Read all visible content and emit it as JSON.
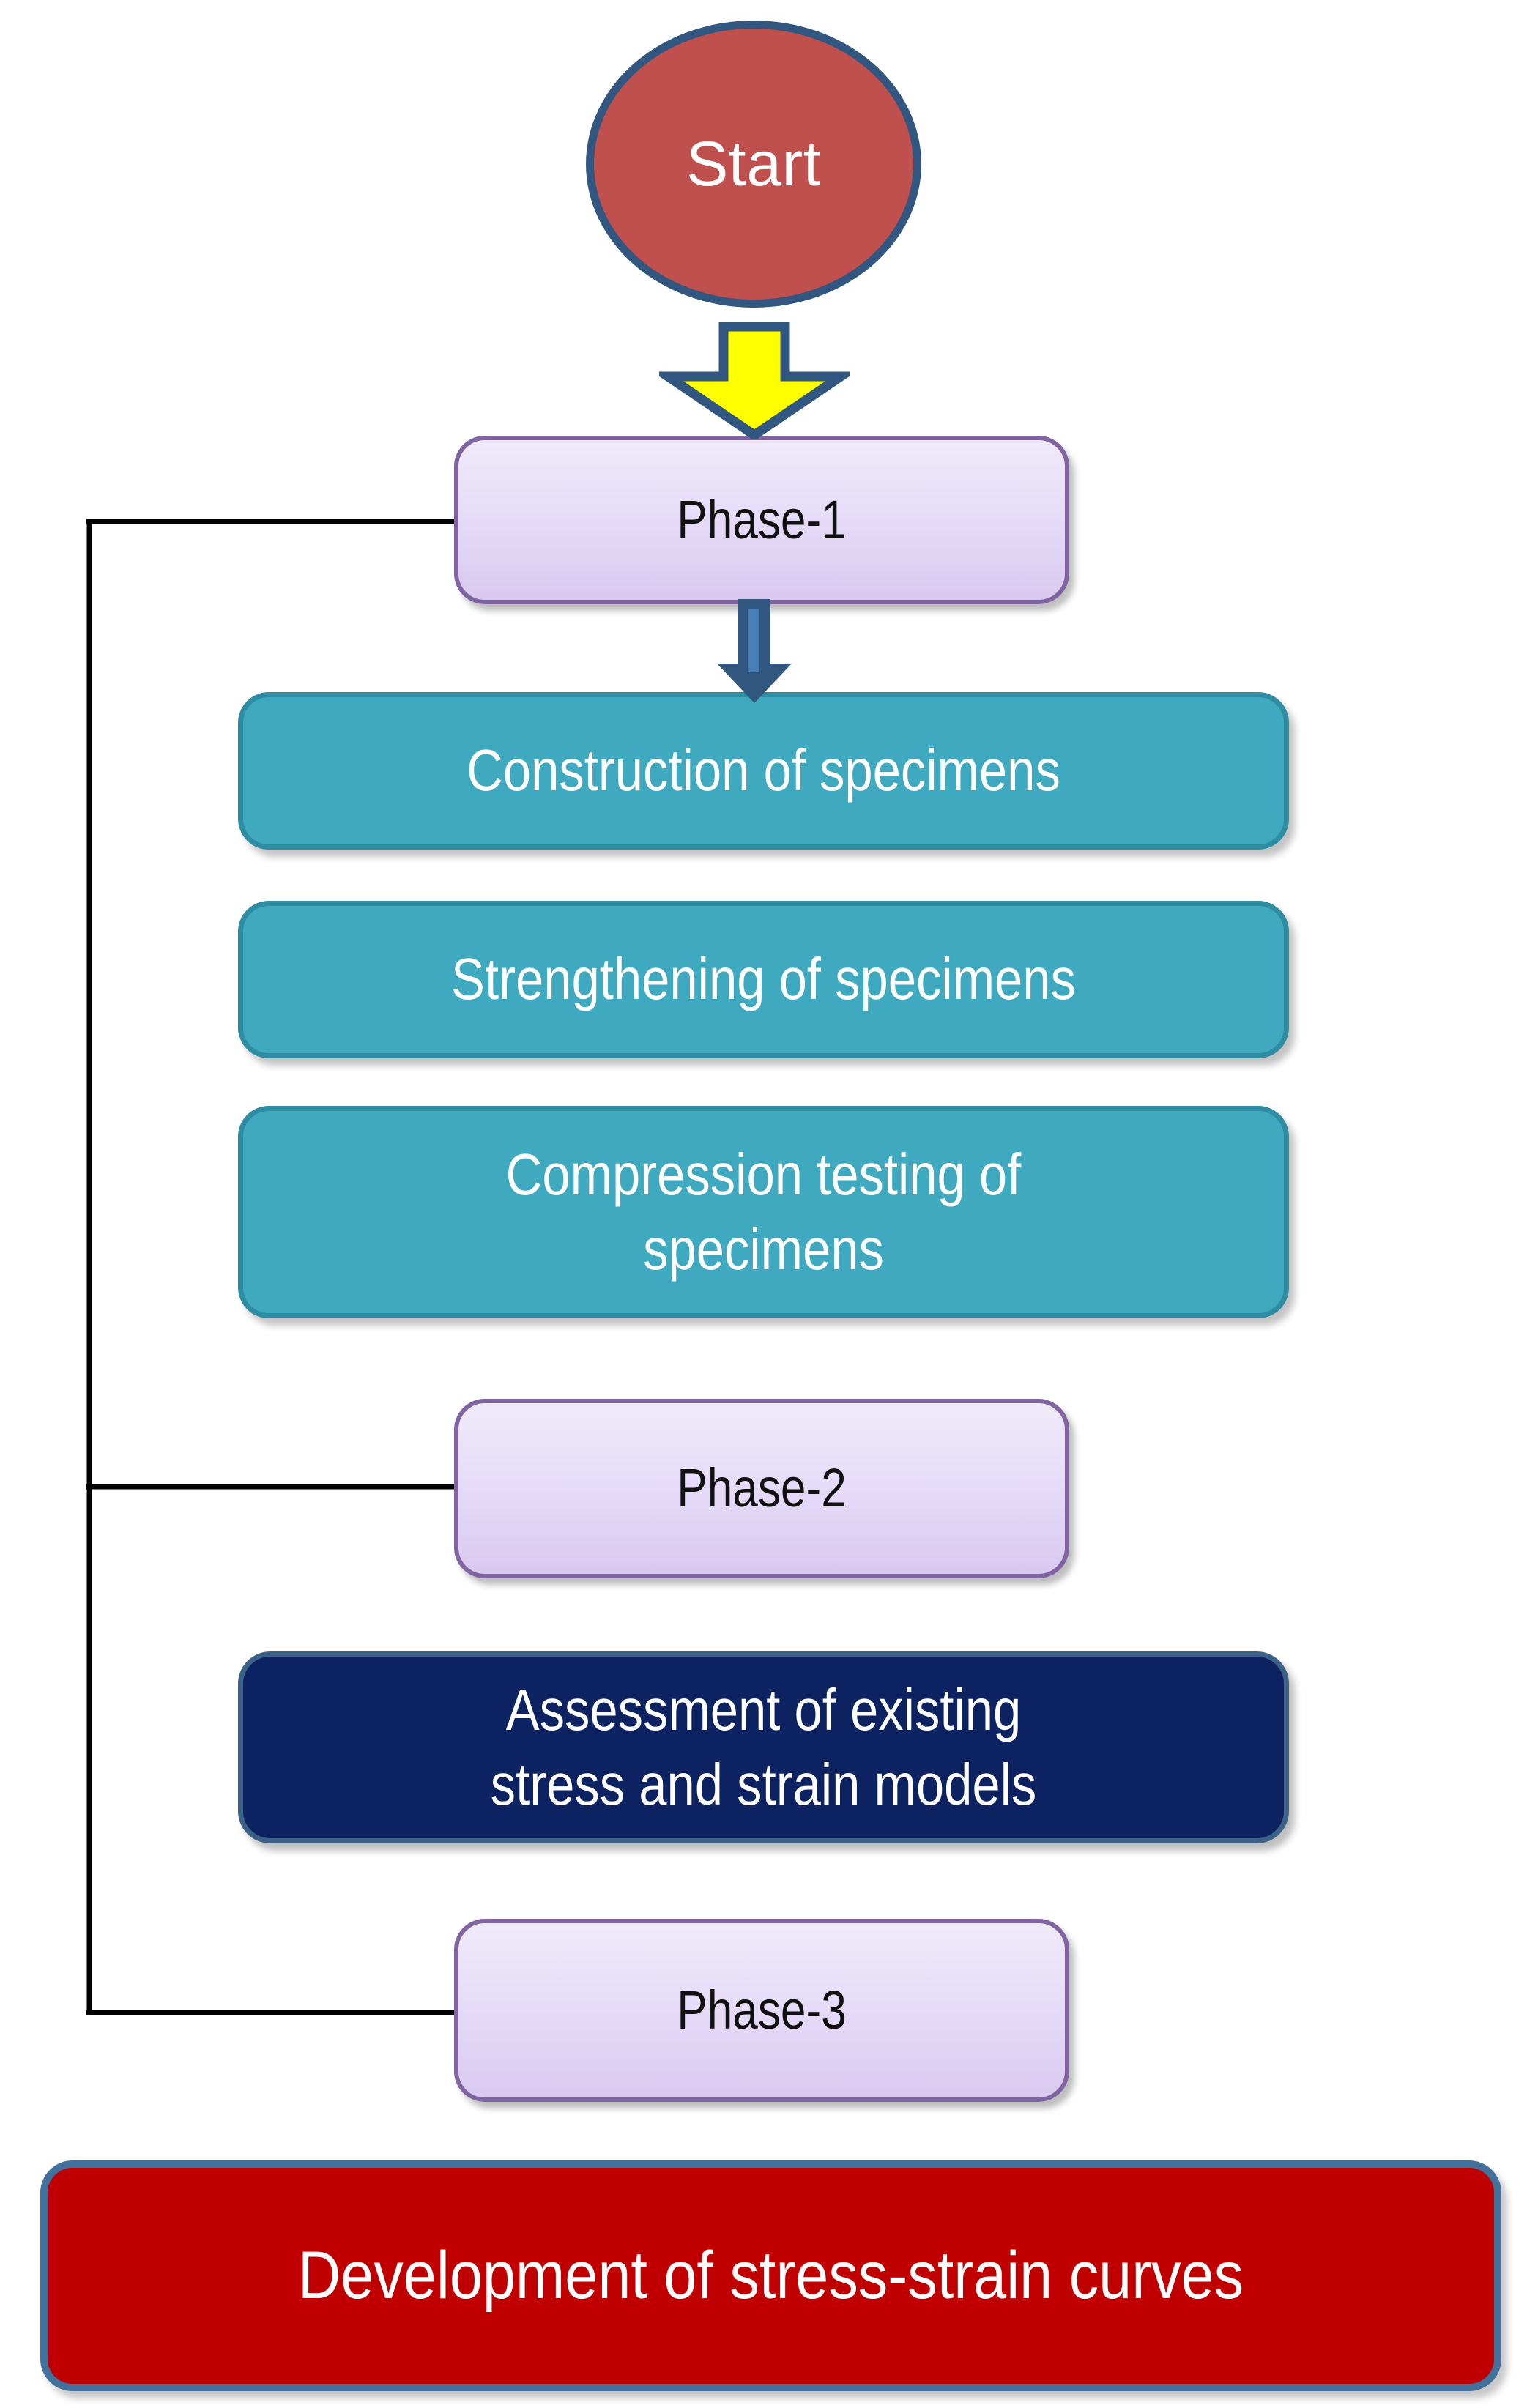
{
  "diagram": {
    "title": "Research methodology flowchart",
    "colors": {
      "start_fill": "#c0504d",
      "start_border": "#31567f",
      "phase_fill": "#e7defa",
      "phase_border": "#8064a2",
      "process_fill": "#3fa9bf",
      "process_border": "#2e8ca3",
      "assessment_fill": "#0d2260",
      "assessment_border": "#3c6186",
      "outcome_fill": "#c00000",
      "outcome_border": "#41719c",
      "arrow_yellow_fill": "#ffff00",
      "arrow_yellow_border": "#31567f",
      "arrow_blue_fill": "#31567f",
      "arrow_blue_highlight": "#4a7fb5",
      "connector_line": "#000000"
    }
  },
  "nodes": {
    "start": {
      "label": "Start",
      "shape": "ellipse"
    },
    "phase_1": {
      "label": "Phase-1",
      "shape": "rounded-rect"
    },
    "construction": {
      "label": "Construction of specimens",
      "shape": "rounded-rect"
    },
    "strengthening": {
      "label": "Strengthening of specimens",
      "shape": "rounded-rect"
    },
    "compression": {
      "label": "Compression testing of\nspecimens",
      "shape": "rounded-rect"
    },
    "phase_2": {
      "label": "Phase-2",
      "shape": "rounded-rect"
    },
    "assessment": {
      "label": "Assessment of existing\nstress and strain models",
      "shape": "rounded-rect"
    },
    "phase_3": {
      "label": "Phase-3",
      "shape": "rounded-rect"
    },
    "development": {
      "label": "Development of stress-strain  curves",
      "shape": "rounded-rect"
    }
  },
  "arrows": {
    "start_to_phase1": {
      "name": "yellow-block-arrow-down",
      "direction": "down"
    },
    "phase1_to_construction": {
      "name": "blue-block-arrow-down",
      "direction": "down"
    }
  },
  "connectors": {
    "spine": {
      "name": "left-vertical-spine",
      "links": [
        "phase_1",
        "phase_2",
        "phase_3"
      ]
    }
  }
}
